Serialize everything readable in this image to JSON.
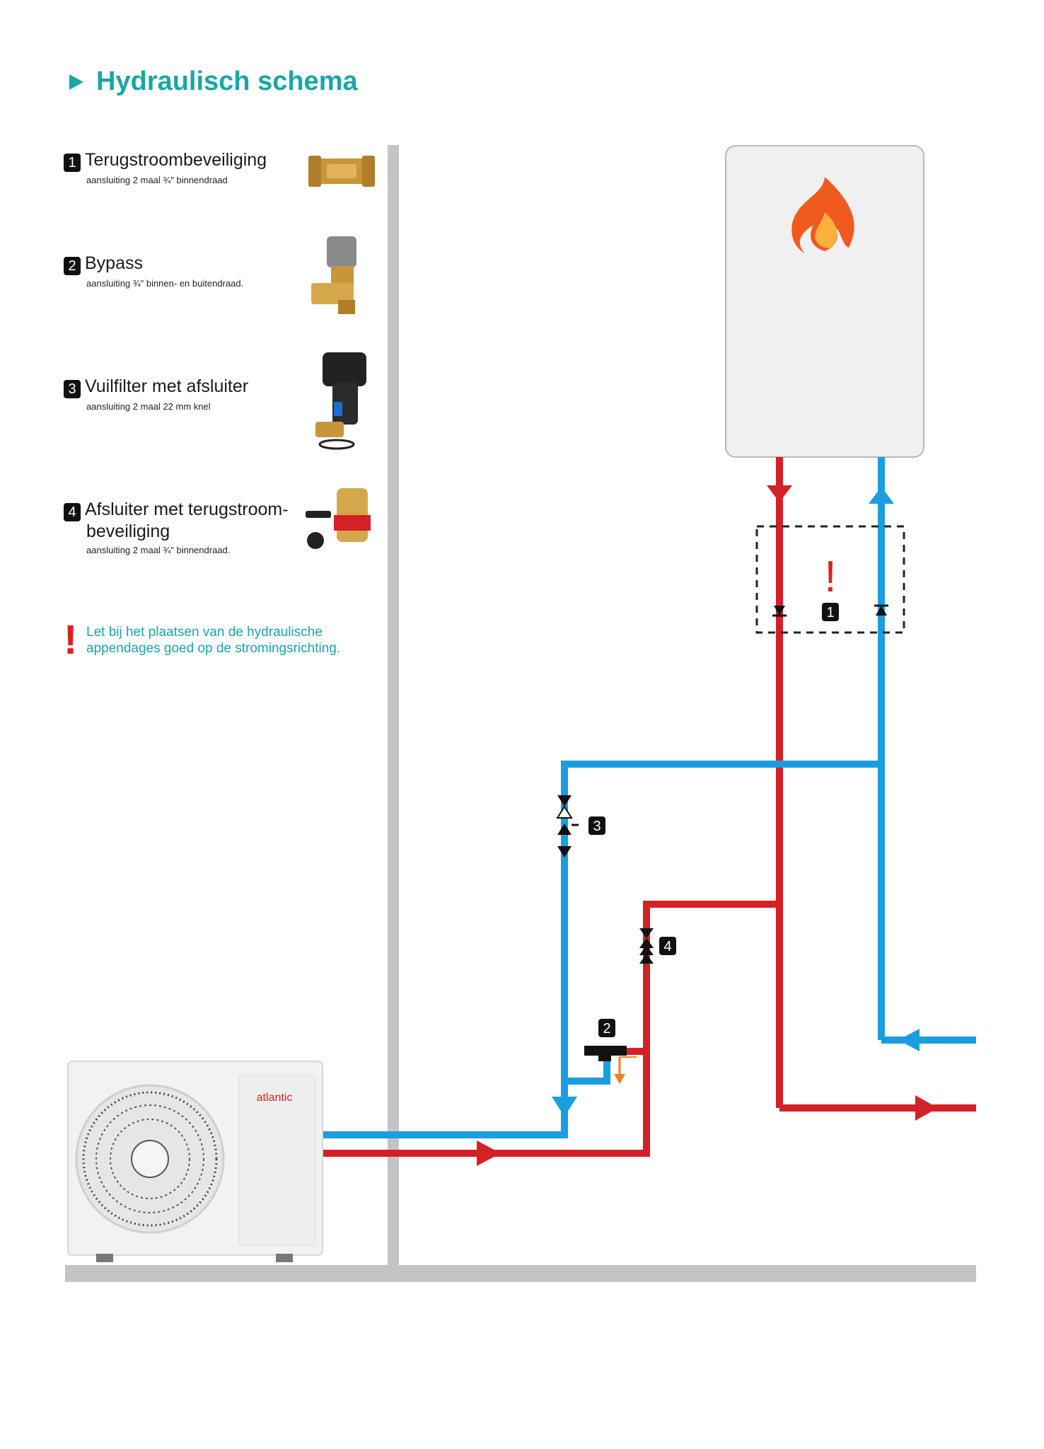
{
  "title": "Hydraulisch schema",
  "legend": [
    {
      "number": "1",
      "title": "Terugstroombeveiliging",
      "subtitle": "aansluiting 2 maal ¾\" binnendraad",
      "icon": "brass-check-valve-icon"
    },
    {
      "number": "2",
      "title": "Bypass",
      "subtitle": "aansluiting ¾\" binnen- en buitendraad.",
      "icon": "bypass-valve-icon"
    },
    {
      "number": "3",
      "title": "Vuilfilter met afsluiter",
      "subtitle": "aansluiting 2 maal 22 mm knel",
      "icon": "magnetic-filter-icon"
    },
    {
      "number": "4",
      "title": "Afsluiter met terugstroom-beveiliging",
      "title_line1": "Afsluiter met terugstroom-",
      "title_line2": "beveiliging",
      "subtitle": "aansluiting 2 maal ¾\" binnendraad.",
      "icon": "ball-valve-icon"
    }
  ],
  "warning": {
    "mark": "!",
    "line1": "Let bij het plaatsen van de hydraulische",
    "line2": "appendages goed op de stromingsrichting."
  },
  "diagram": {
    "boiler_warning": "!",
    "labels": {
      "check_valve": "1",
      "filter": "3",
      "shutoff": "4",
      "bypass": "2"
    },
    "outdoor_unit_brand": "atlantic",
    "colors": {
      "supply": "#d42027",
      "return": "#1a9ee0",
      "wall": "#c4c4c4",
      "accent": "#1aa6a6",
      "flame_outer": "#f05a1e",
      "flame_inner": "#fbb03b"
    }
  }
}
